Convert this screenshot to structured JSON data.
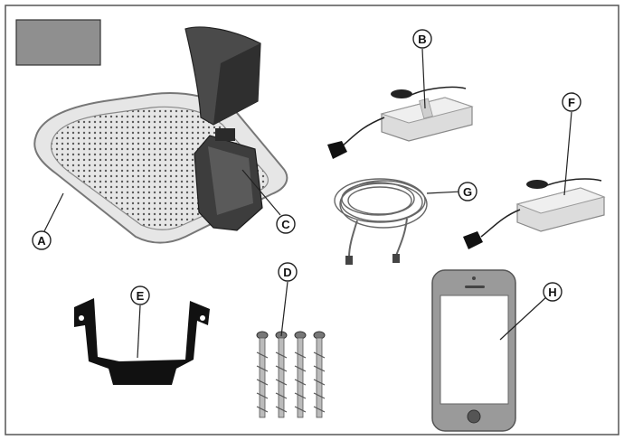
{
  "callouts": {
    "A": "A",
    "B": "B",
    "C": "C",
    "D": "D",
    "E": "E",
    "F": "F",
    "G": "G",
    "H": "H"
  },
  "colors": {
    "frame": "#555555",
    "swatch": "#8f8f8f",
    "dark_part": "#3a3a3a",
    "mid_part": "#6b6b6b",
    "light_part": "#d9d9d9",
    "plate": "#e8e8e8",
    "plate_dots": "#5a5a5a",
    "phone_body": "#9a9a9a",
    "phone_screen": "#ffffff",
    "bracket": "#111111"
  },
  "icons": {
    "A": "charging-base-plate",
    "B": "sensor-cable-block",
    "C": "charging-station-post",
    "D": "screw-anchors",
    "E": "mounting-bracket",
    "F": "sensor-cable-block",
    "G": "coiled-cable",
    "H": "smartphone"
  }
}
